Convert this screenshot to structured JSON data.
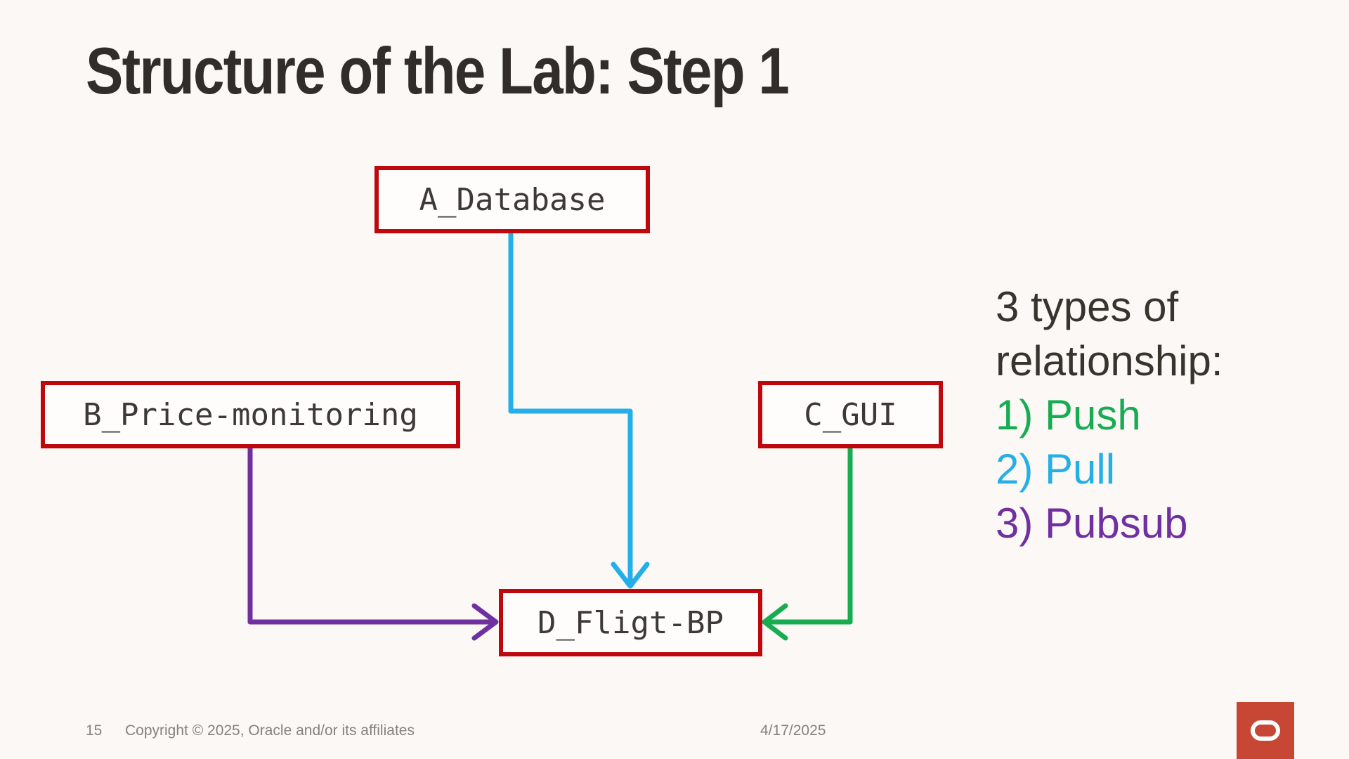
{
  "slide": {
    "title": "Structure of the Lab: Step 1",
    "footer": {
      "page_number": "15",
      "copyright": "Copyright © 2025, Oracle and/or its affiliates",
      "date": "4/17/2025"
    }
  },
  "diagram": {
    "node_border_color": "#BE080E",
    "nodes": [
      {
        "id": "A",
        "label": "A_Database"
      },
      {
        "id": "B",
        "label": "B_Price-monitoring"
      },
      {
        "id": "C",
        "label": "C_GUI"
      },
      {
        "id": "D",
        "label": "D_Fligt-BP"
      }
    ],
    "edges": [
      {
        "from": "A_Database",
        "to": "D_Fligt-BP",
        "color": "#24AFE8"
      },
      {
        "from": "B_Price-monitoring",
        "to": "D_Fligt-BP",
        "color": "#7030A0"
      },
      {
        "from": "C_GUI",
        "to": "D_Fligt-BP",
        "color": "#17AC52"
      }
    ]
  },
  "legend": {
    "heading": [
      "3 types of",
      "relationship:"
    ],
    "items": [
      {
        "label": "1) Push",
        "color": "#17AC52"
      },
      {
        "label": "2) Pull",
        "color": "#24AFE8"
      },
      {
        "label": "3) Pubsub",
        "color": "#7030A0"
      }
    ]
  },
  "logo": {
    "icon": "oracle-logo",
    "background": "#C74634"
  }
}
